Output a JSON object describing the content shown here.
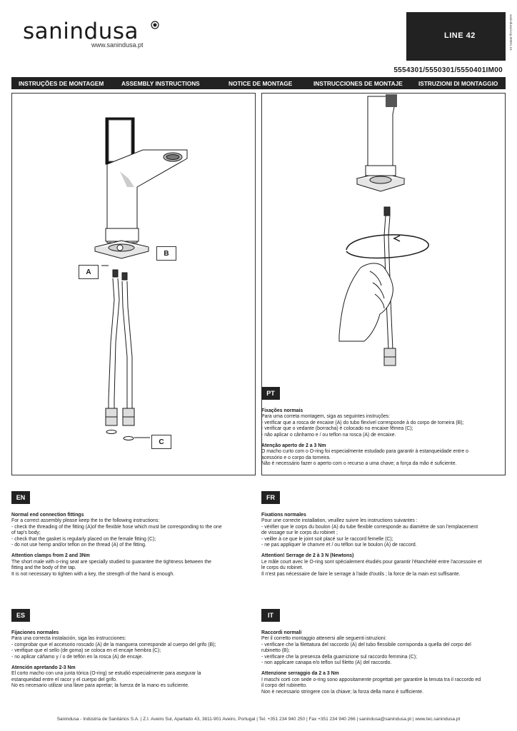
{
  "header": {
    "brand": "sanindusa",
    "website": "www.sanindusa.pt",
    "product_line": "LINE 42",
    "side_code": "sanindusa/corp.00091.15",
    "product_codes": "5554301/5550301/5550401IM00"
  },
  "nav": {
    "items": [
      "INSTRUÇÕES DE MONTAGEM",
      "ASSEMBLY INSTRUCTIONS",
      "NOTICE DE MONTAGE",
      "INSTRUCCIONES DE MONTAJE",
      "ISTRUZIONI DI MONTAGGIO"
    ]
  },
  "figure": {
    "label_a": "A",
    "label_b": "B",
    "label_c": "C"
  },
  "sections": {
    "pt": {
      "tag": "PT",
      "h1": "Fixações normais",
      "lines1": [
        "Para uma correta montagem, siga as seguintes instruções:",
        "- verificar que a rosca de encaixe (A) do tubo flexível corresponde à do corpo de torneira (B);",
        "- verificar que o vedante (borracha) é colocado no encaixe fêmea (C);",
        "- não aplicar o cânhamo e / ou teflon na rosca (A) de encaixe."
      ],
      "h2": "Atenção aperto de 2 a 3 Nm",
      "lines2": [
        "O macho curto com o O-ring foi especialmente estudado para garantir à estanqueidade entre o",
        "acessório e o corpo da torneira.",
        "Não é necessário fazer o aperto com o recurso a uma chave; a força da mão é suficiente."
      ]
    },
    "en": {
      "tag": "EN",
      "h1": "Normal end connection fittings",
      "lines1": [
        "For a correct assembly please keep the to the following instructions:",
        "- check the threading of the fitting (A)of the flexible hose which must be corresponding to the one",
        "of tap's body;",
        "- check that the gasket is regularly placed on the female fitting (C);",
        "- do not use hemp and/or teflon on the thread (A) of the fitting."
      ],
      "h2": "Attention clamps from 2 and 3Nm",
      "lines2": [
        "The short male with o-ring seat are specially studied to guarantee the tightness between the",
        "fitting and the body of the tap.",
        "It is not necessary to tighten with a key, the strength of the hand is enough."
      ]
    },
    "fr": {
      "tag": "FR",
      "h1": "Fixations normales",
      "lines1": [
        "Pour une correcte installation, veuillez suivre les instructions suivantes :",
        "- vérifier que le corps du boulon (A) du tube flexible corresponde au diamètre de son l'emplacement",
        "de vissage sur le corps du robinet ;",
        "- veiller à ce que le joint soit placé sur le raccord femelle (C);",
        "- ne pas appliquer le chanvre et / ou téflon sur le boulon (A) de raccord."
      ],
      "h2": "Attention! Serrage de 2 à 3 N (Newtons)",
      "lines2": [
        "Le mâle court avec le O-ring sont spécialement étudiés pour garantir l'étanchéité entre l'accessoire et",
        "le corps du robinet.",
        "Il n'est pas nécessaire de faire le serrage à l'aide d'outils ; la force de la main est suffisante."
      ]
    },
    "es": {
      "tag": "ES",
      "h1": "Fijaciones normales",
      "lines1": [
        "Para una correcta instalación, siga las instrucciones:",
        "- comprobar que el accesorio roscado (A) de la manguera corresponde al cuerpo del grifo (B);",
        "- verifique que el sello (de goma) se coloca en el encaje hembra (C);",
        "- no aplicar cáñamo y / o de teflón en la rosca (A) de encaje."
      ],
      "h2": "Atención apretando 2-3 Nm",
      "lines2": [
        "El corto macho con una junta tórica (O-ring)  se estudió especialmente para asegurar la",
        "estanqueidad entre el racor y el cuerpo del grifo.",
        "No es necesario utilizar una llave para apretar; la fuerza de la mano es suficiente."
      ]
    },
    "it": {
      "tag": "IT",
      "h1": "Raccordi normali",
      "lines1": [
        "Per il corretto montaggio attenersi alle seguenti istruzioni:",
        "- verificare che la filettatura del raccordo (A) del tubo flessibile corrisponda a quella del corpo del",
        "rubinetto (B);",
        "- verificare che la presenza della guarnizione sul raccordo femmina (C);",
        "- non applicare canapa e/o teflon sul filetto (A) del raccordo."
      ],
      "h2": "Attenzione serraggio da 2 a 3 Nm",
      "lines2": [
        "I maschi corti con sede o-ring sono appositamente progettati per garantire la tenuta tra il raccordo ed",
        "il corpo del rubinetto.",
        "Non è necessario stringere con la chiave; la forza della mano è sufficiente."
      ]
    }
  },
  "footer": {
    "text": "Sanindusa - Indústria de Sanitários S.A.  |  Z.I. Aveiro Sul, Apartado 43, 3811-901 Aveiro, Portugal  |  Tel. +351 234 940 250  |  Fax +351 234 940 266  |  sanindusa@sanindusa.pt  |  www.tec.sanindusa.pt"
  }
}
